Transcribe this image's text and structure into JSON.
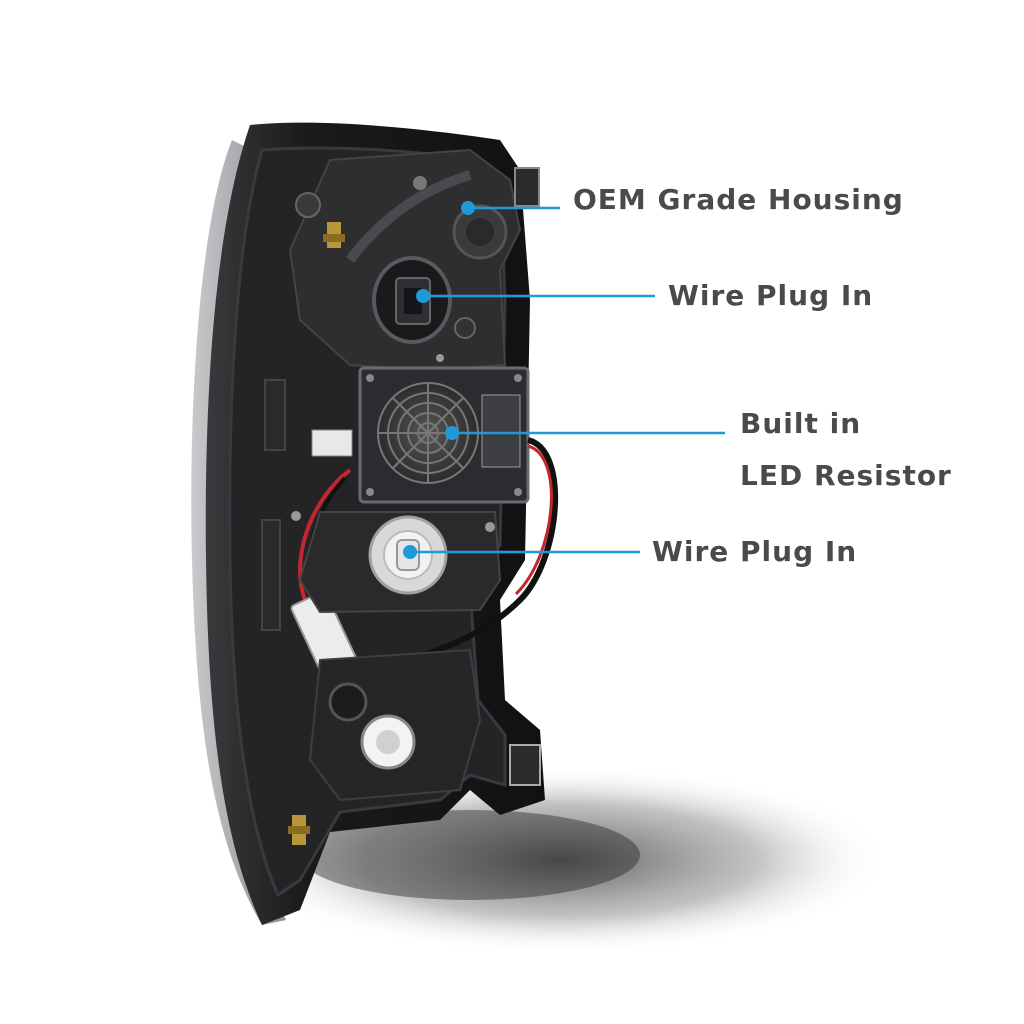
{
  "colors": {
    "callout": "#1e9ad6",
    "label_text": "#4a4a4a",
    "housing": "#1d1d1f"
  },
  "callouts": [
    {
      "text": "OEM Grade Housing"
    },
    {
      "text": "Wire Plug In"
    },
    {
      "text": "Built in",
      "text2": "LED Resistor"
    },
    {
      "text": "Wire Plug In"
    }
  ]
}
